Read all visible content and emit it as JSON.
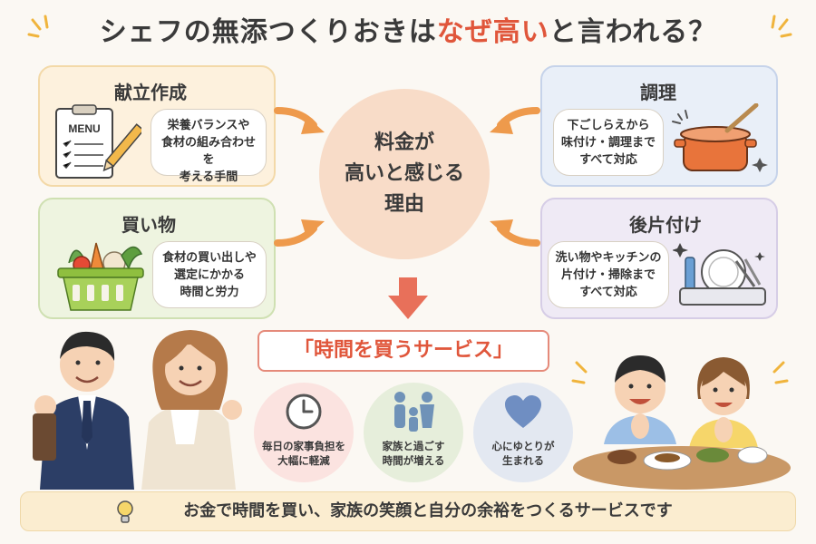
{
  "title": {
    "part1": "シェフの無添つくりおきは",
    "part2": "なぜ高い",
    "part3": "と言われる？"
  },
  "cards": {
    "menu": {
      "title": "献立作成",
      "desc": [
        "栄養バランスや",
        "食材の組み合わせを",
        "考える手間"
      ],
      "menu_label": "MENU"
    },
    "shopping": {
      "title": "買い物",
      "desc": [
        "食材の買い出しや",
        "選定にかかる",
        "時間と労力"
      ]
    },
    "cooking": {
      "title": "調理",
      "desc": [
        "下ごしらえから",
        "味付け・調理まで",
        "すべて対応"
      ]
    },
    "cleanup": {
      "title": "後片付け",
      "desc": [
        "洗い物やキッチンの",
        "片付け・掃除まで",
        "すべて対応"
      ]
    }
  },
  "center": {
    "lines": [
      "料金が",
      "高いと感じる",
      "理由"
    ]
  },
  "service": "「時間を買うサービス」",
  "benefits": [
    {
      "icon": "clock-icon",
      "lines": [
        "毎日の家事負担を",
        "大幅に軽減"
      ],
      "bg": "#fbe3e0"
    },
    {
      "icon": "family-icon",
      "lines": [
        "家族と過ごす",
        "時間が増える"
      ],
      "bg": "#e6eedb"
    },
    {
      "icon": "heart-icon",
      "lines": [
        "心にゆとりが",
        "生まれる"
      ],
      "bg": "#e3e8f1"
    }
  ],
  "banner": "お金で時間を買い、家族の笑顔と自分の余裕をつくるサービスです",
  "colors": {
    "accent": "#e0563b",
    "arrow": "#ee9a4c"
  }
}
